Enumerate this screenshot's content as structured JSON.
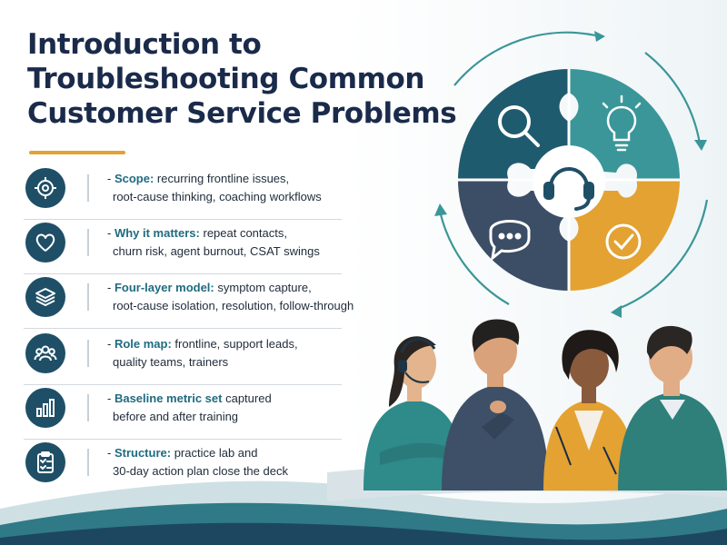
{
  "title": {
    "line1": "Introduction to",
    "line2": "Troubleshooting Common",
    "line3": "Customer Service Problems"
  },
  "items": [
    {
      "label": "Scope:",
      "line1": "recurring frontline issues,",
      "line2": "root-cause thinking, coaching workflows",
      "icon": "target-icon"
    },
    {
      "label": "Why it matters:",
      "line1": "repeat contacts,",
      "line2": "churn risk, agent burnout, CSAT swings",
      "icon": "heart-icon"
    },
    {
      "label": "Four-layer model:",
      "line1": "symptom capture,",
      "line2": "root-cause isolation, resolution, follow-through",
      "icon": "layers-icon"
    },
    {
      "label": "Role map:",
      "line1": "frontline, support leads,",
      "line2": "quality teams, trainers",
      "icon": "people-icon"
    },
    {
      "label": "Baseline metric set",
      "line1": "captured",
      "line2": "before and after training",
      "icon": "bar-chart-icon"
    },
    {
      "label": "Structure:",
      "line1": "practice lab and",
      "line2": "30-day action plan close the deck",
      "icon": "clipboard-icon"
    }
  ],
  "colors": {
    "navy": "#1f4f67",
    "teal": "#3a9699",
    "slate": "#3c5068",
    "gold": "#e3a232",
    "title": "#1a2a4a",
    "label": "#1f6b80"
  },
  "puzzle_icons": [
    "magnifier-icon",
    "lightbulb-icon",
    "chat-bubble-icon",
    "checkmark-icon",
    "headset-icon"
  ]
}
